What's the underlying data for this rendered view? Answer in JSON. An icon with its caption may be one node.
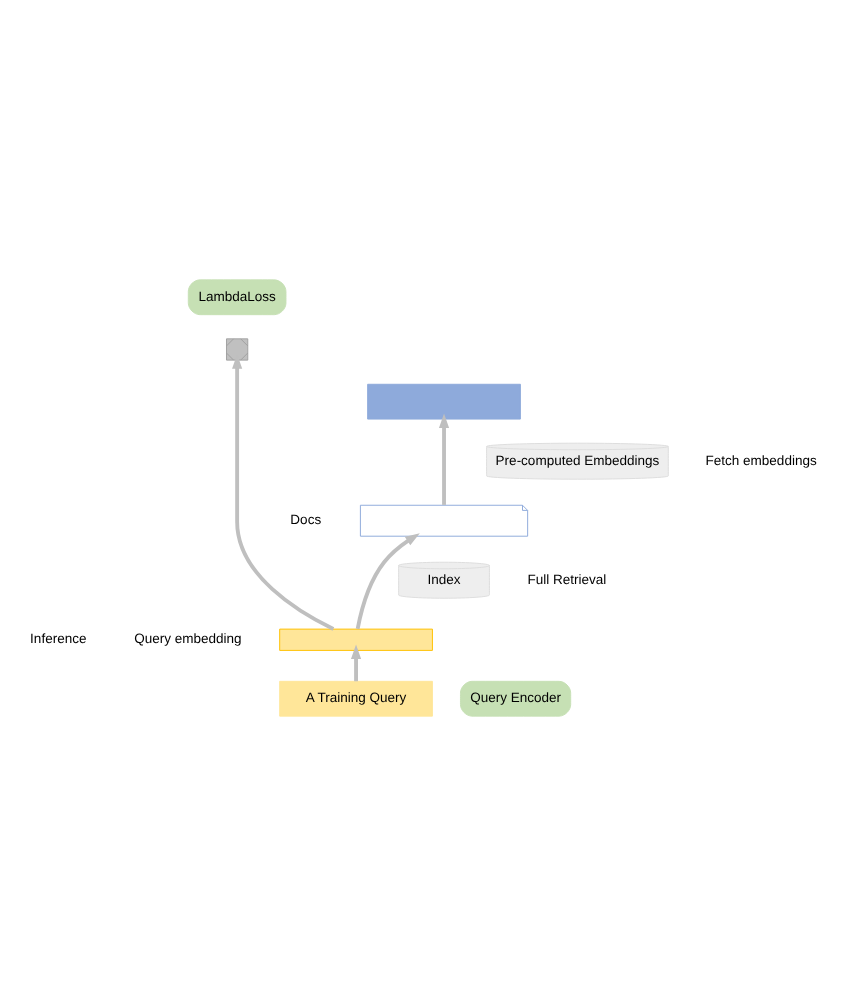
{
  "diagram": {
    "nodes": [
      {
        "text": [
          "LambdaLoss"
        ]
      },
      {
        "text": [],
        "shape": "cross"
      },
      {
        "text": [],
        "shape": "box"
      },
      {
        "text": [
          "Pre-computed Embeddings"
        ]
      },
      {
        "text": [],
        "shape": "document",
        "beside": [
          "Docs"
        ]
      },
      {
        "text": [
          "Index"
        ]
      },
      {
        "text": [],
        "shape": "box",
        "beside": [
          "Query embedding"
        ]
      },
      {
        "text": [
          "Query Encoder"
        ]
      },
      {
        "text": [
          "A Training Query"
        ]
      }
    ],
    "edges": [
      {
        "from": 8,
        "to": 6,
        "arrow": "to"
      },
      {
        "from": 6,
        "to": 4,
        "arrow": "to"
      },
      {
        "from": 4,
        "to": 2,
        "arrow": "to"
      },
      {
        "from": 6,
        "to": 1,
        "arrow": "to"
      }
    ],
    "labels": [
      "Fetch embeddings",
      "Full Retrieval",
      "Inference"
    ]
  }
}
